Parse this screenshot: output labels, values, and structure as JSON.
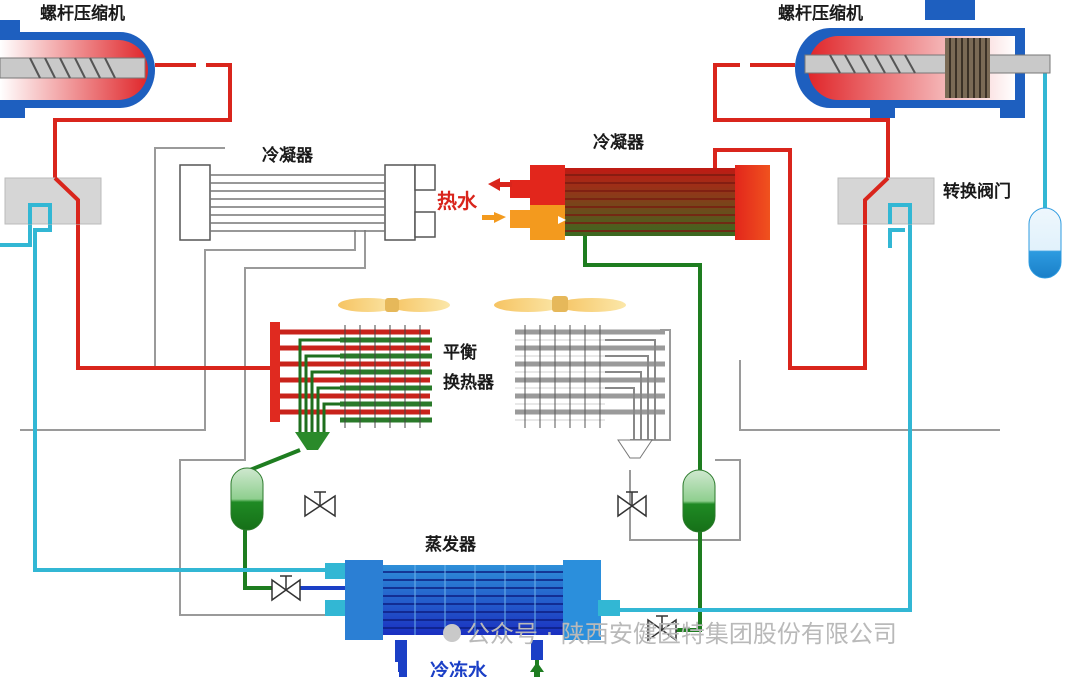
{
  "labels": {
    "compressor_left": "螺杆压缩机",
    "compressor_right": "螺杆压缩机",
    "condenser_left": "冷凝器",
    "condenser_right": "冷凝器",
    "hot_water": "热水",
    "balance_hx_line1": "平衡",
    "balance_hx_line2": "换热器",
    "switch_valve": "转换阀门",
    "evaporator": "蒸发器",
    "chilled_water": "冷冻水",
    "watermark": "公众号 · 陕西安健医特集团股份有限公司"
  },
  "colors": {
    "hot_gas": "#d9251c",
    "liquid": "#1e7d20",
    "suction": "#32b7d4",
    "inactive": "#9a9a9a",
    "water_in": "#f39a1e",
    "chilled": "#1b3fc6"
  }
}
